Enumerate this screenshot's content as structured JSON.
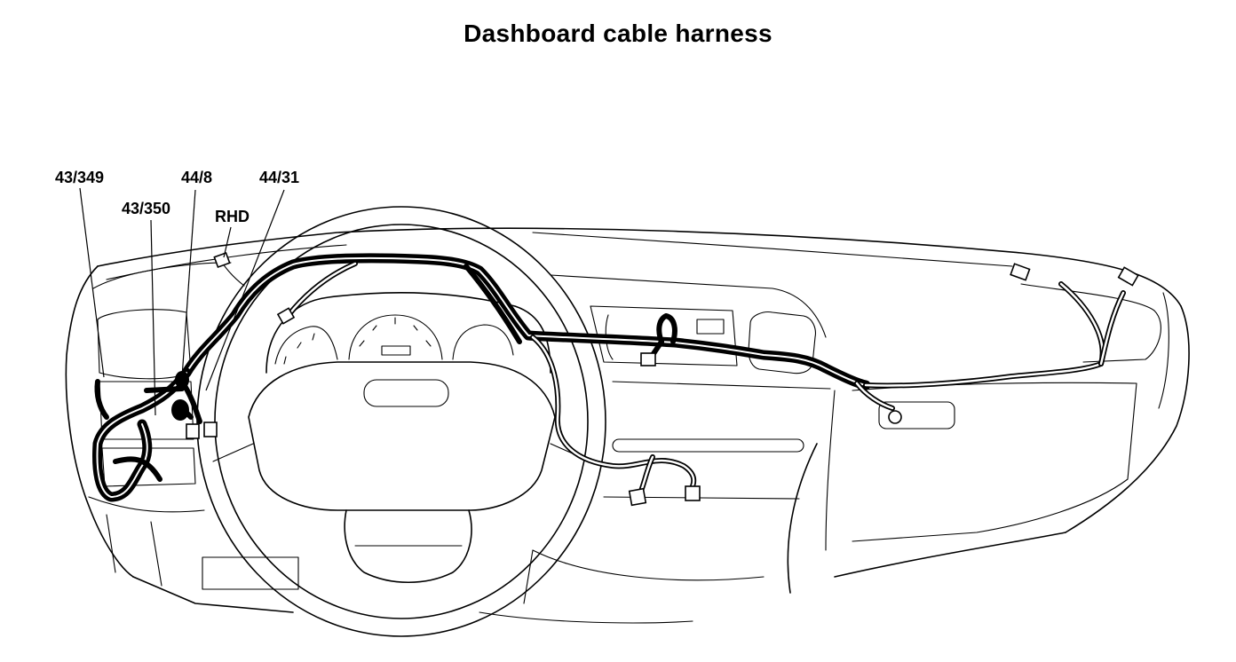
{
  "title": "Dashboard cable harness",
  "labels": {
    "l1": "43/349",
    "l2": "43/350",
    "l3": "44/8",
    "l4": "44/31",
    "l5": "RHD"
  }
}
